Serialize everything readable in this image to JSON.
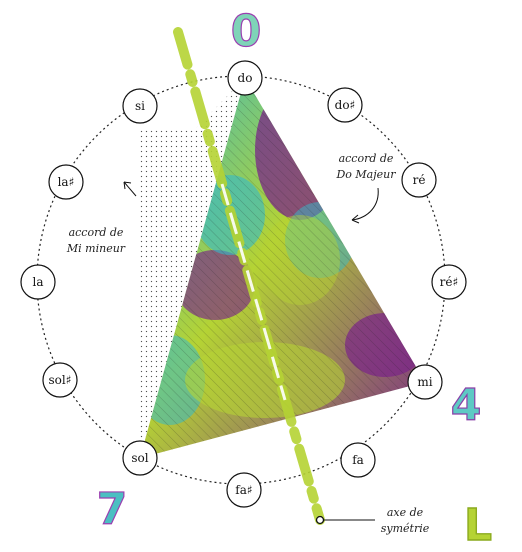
{
  "notes": [
    {
      "key": "do",
      "label": "do"
    },
    {
      "key": "do_sharp",
      "label": "do♯"
    },
    {
      "key": "re",
      "label": "ré"
    },
    {
      "key": "re_sharp",
      "label": "ré♯"
    },
    {
      "key": "mi",
      "label": "mi"
    },
    {
      "key": "fa",
      "label": "fa"
    },
    {
      "key": "fa_sharp",
      "label": "fa♯"
    },
    {
      "key": "sol",
      "label": "sol"
    },
    {
      "key": "sol_sharp",
      "label": "sol♯"
    },
    {
      "key": "la",
      "label": "la"
    },
    {
      "key": "la_sharp",
      "label": "la♯"
    },
    {
      "key": "si",
      "label": "si"
    }
  ],
  "annotations": {
    "do_majeur_line1": "accord de",
    "do_majeur_line2": "Do Majeur",
    "mi_mineur_line1": "accord de",
    "mi_mineur_line2": "Mi mineur",
    "axis_line1": "axe de",
    "axis_line2": "symétrie"
  },
  "handwritten": {
    "top": "0",
    "right": "4",
    "bottom_left": "7",
    "bottom_right": "L"
  },
  "colors": {
    "green": "#b5d334",
    "teal": "#34b9c9",
    "purple": "#7a2489",
    "circle": "#222222",
    "dots": "#444444"
  }
}
